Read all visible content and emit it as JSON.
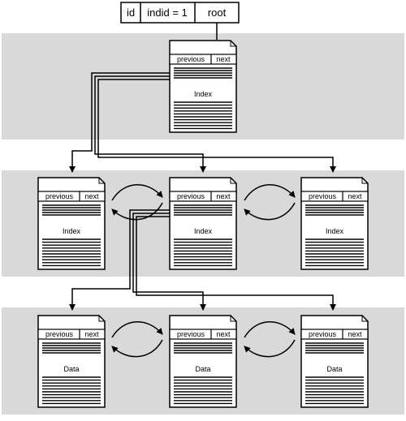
{
  "root_entry": {
    "cells": [
      "id",
      "indid = 1",
      "root"
    ]
  },
  "pages": {
    "root": {
      "prev": "previous",
      "next": "next",
      "title": "Index"
    },
    "index_left": {
      "prev": "previous",
      "next": "next",
      "title": "Index"
    },
    "index_mid": {
      "prev": "previous",
      "next": "next",
      "title": "Index"
    },
    "index_right": {
      "prev": "previous",
      "next": "next",
      "title": "Index"
    },
    "data_left": {
      "prev": "previous",
      "next": "next",
      "title": "Data"
    },
    "data_mid": {
      "prev": "previous",
      "next": "next",
      "title": "Data"
    },
    "data_right": {
      "prev": "previous",
      "next": "next",
      "title": "Data"
    }
  },
  "colors": {
    "band": "#d9d9d9",
    "stroke": "#000000",
    "page": "#ffffff"
  }
}
